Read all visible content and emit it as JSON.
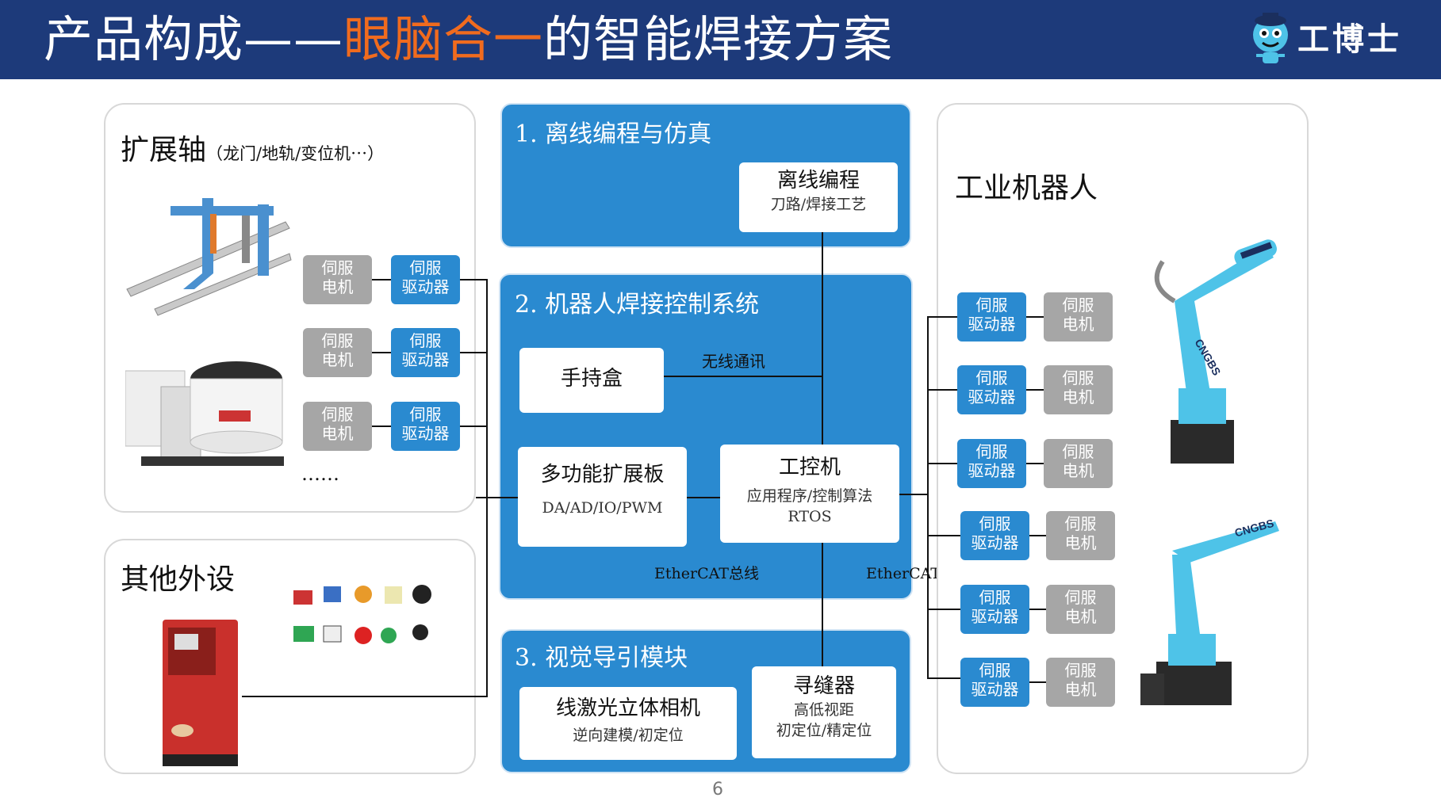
{
  "header": {
    "title_part1": "产品构成——",
    "title_highlight": "眼脑合一",
    "title_part2": "的智能焊接方案",
    "logo_text": "工博士"
  },
  "left_top": {
    "title": "扩展轴",
    "subtitle": "（龙门/地轨/变位机⋯）",
    "ellipsis": "……",
    "rows": [
      {
        "motor": [
          "伺服",
          "电机"
        ],
        "driver": [
          "伺服",
          "驱动器"
        ]
      },
      {
        "motor": [
          "伺服",
          "电机"
        ],
        "driver": [
          "伺服",
          "驱动器"
        ]
      },
      {
        "motor": [
          "伺服",
          "电机"
        ],
        "driver": [
          "伺服",
          "驱动器"
        ]
      }
    ]
  },
  "left_bottom": {
    "title": "其他外设"
  },
  "center": {
    "panel1": {
      "title": "1. 离线编程与仿真",
      "box_title": "离线编程",
      "box_sub": "刀路/焊接工艺"
    },
    "panel2": {
      "title": "2. 机器人焊接控制系统",
      "pendant": "手持盒",
      "wireless": "无线通讯",
      "expansion_title": "多功能扩展板",
      "expansion_sub": "DA/AD/IO/PWM",
      "ipc_title": "工控机",
      "ipc_sub1": "应用程序/控制算法",
      "ipc_sub2": "RTOS",
      "bus_left": "EtherCAT总线",
      "bus_right": "EtherCAT总线"
    },
    "panel3": {
      "title": "3. 视觉导引模块",
      "camera_title": "线激光立体相机",
      "camera_sub": "逆向建模/初定位",
      "seam_title": "寻缝器",
      "seam_sub1": "高低视距",
      "seam_sub2": "初定位/精定位"
    }
  },
  "right": {
    "title": "工业机器人",
    "robot_label": "CNGBS",
    "rows": [
      {
        "driver": [
          "伺服",
          "驱动器"
        ],
        "motor": [
          "伺服",
          "电机"
        ]
      },
      {
        "driver": [
          "伺服",
          "驱动器"
        ],
        "motor": [
          "伺服",
          "电机"
        ]
      },
      {
        "driver": [
          "伺服",
          "驱动器"
        ],
        "motor": [
          "伺服",
          "电机"
        ]
      },
      {
        "driver": [
          "伺服",
          "驱动器"
        ],
        "motor": [
          "伺服",
          "电机"
        ]
      },
      {
        "driver": [
          "伺服",
          "驱动器"
        ],
        "motor": [
          "伺服",
          "电机"
        ]
      },
      {
        "driver": [
          "伺服",
          "驱动器"
        ],
        "motor": [
          "伺服",
          "电机"
        ]
      }
    ]
  },
  "page_number": "6"
}
